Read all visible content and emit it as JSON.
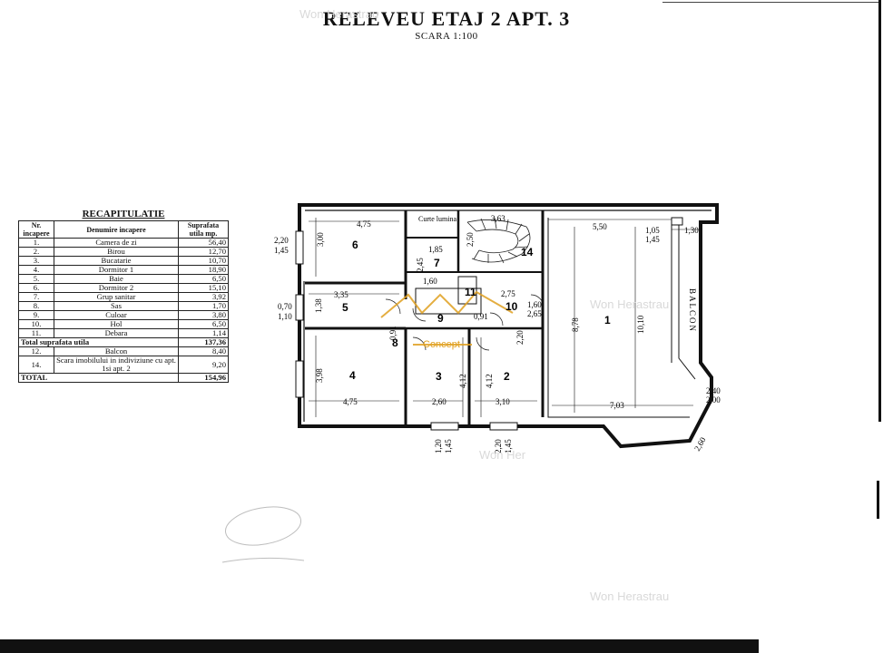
{
  "title": "RELEVEU ETAJ 2 APT. 3",
  "scale": "SCARA 1:100",
  "recap": {
    "title": "RECAPITULATIE",
    "headers": [
      "Nr. incapere",
      "Denumire incapere",
      "Suprafata utila mp."
    ],
    "rows": [
      {
        "nr": "1.",
        "name": "Camera de zi",
        "area": "56,40"
      },
      {
        "nr": "2.",
        "name": "Birou",
        "area": "12,70"
      },
      {
        "nr": "3.",
        "name": "Bucatarie",
        "area": "10,70"
      },
      {
        "nr": "4.",
        "name": "Dormitor 1",
        "area": "18,90"
      },
      {
        "nr": "5.",
        "name": "Baie",
        "area": "6,50"
      },
      {
        "nr": "6.",
        "name": "Dormitor 2",
        "area": "15,10"
      },
      {
        "nr": "7.",
        "name": "Grup sanitar",
        "area": "3,92"
      },
      {
        "nr": "8.",
        "name": "Sas",
        "area": "1,70"
      },
      {
        "nr": "9.",
        "name": "Culoar",
        "area": "3,80"
      },
      {
        "nr": "10.",
        "name": "Hol",
        "area": "6,50"
      },
      {
        "nr": "11.",
        "name": "Debara",
        "area": "1,14"
      }
    ],
    "total_util_label": "Total suprafata utila",
    "total_util": "137,36",
    "extra_rows": [
      {
        "nr": "12.",
        "name": "Balcon",
        "area": "8,40"
      },
      {
        "nr": "14.",
        "name": "Scara imobilului in indiviziune cu apt. 1si apt. 2",
        "area": "9,20"
      }
    ],
    "total_label": "TOTAL",
    "total": "154,96"
  },
  "plan": {
    "room_numbers": [
      "6",
      "7",
      "14",
      "1",
      "5",
      "8",
      "9",
      "11",
      "10",
      "4",
      "3",
      "2"
    ],
    "dimensions": [
      "4,75",
      "3,00",
      "2,20",
      "1,45",
      "2,45",
      "1,85",
      "3,63",
      "2,50",
      "5,50",
      "1,05",
      "1,45",
      "1,30",
      "8,78",
      "10,10",
      "3,35",
      "1,38",
      "0,70",
      "1,10",
      "1,60",
      "2,75",
      "1,60",
      "2,65",
      "3,98",
      "4,12",
      "4,12",
      "4,75",
      "2,60",
      "3,10",
      "7,03",
      "2,40",
      "2,00",
      "1,20",
      "1,45",
      "2,20",
      "1,45",
      "2,60",
      "0,91",
      "0,91",
      "2,20"
    ],
    "courtyard_label": "Curte lumina",
    "balcony_label": "BALCON",
    "logo_text": "Concept"
  },
  "watermarks": [
    "Won Herastrau",
    "Won Herastrau",
    "Won Herastrau",
    "Won Her"
  ]
}
